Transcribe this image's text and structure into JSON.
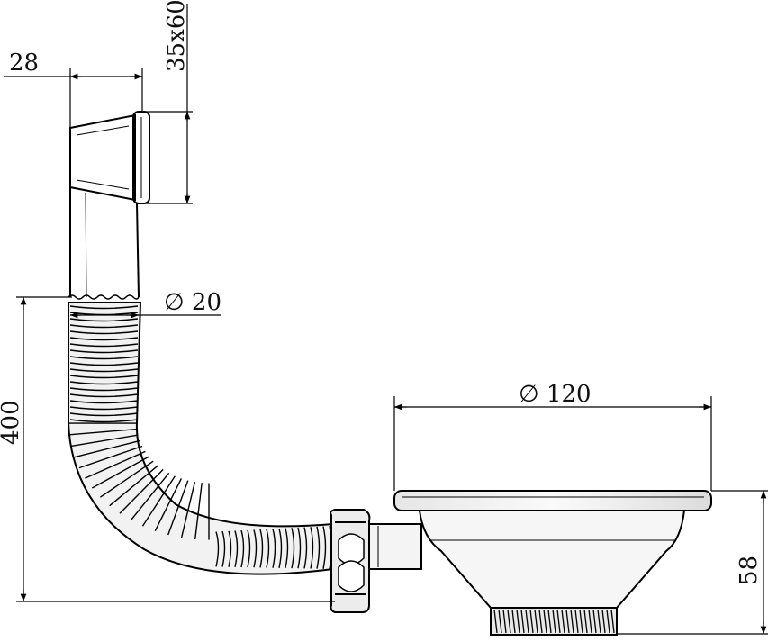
{
  "dimensions": {
    "top_width": "28",
    "top_size": "35x60",
    "hose_diameter": "∅ 20",
    "hose_length": "400",
    "basket_diameter": "∅ 120",
    "basket_height": "58"
  }
}
